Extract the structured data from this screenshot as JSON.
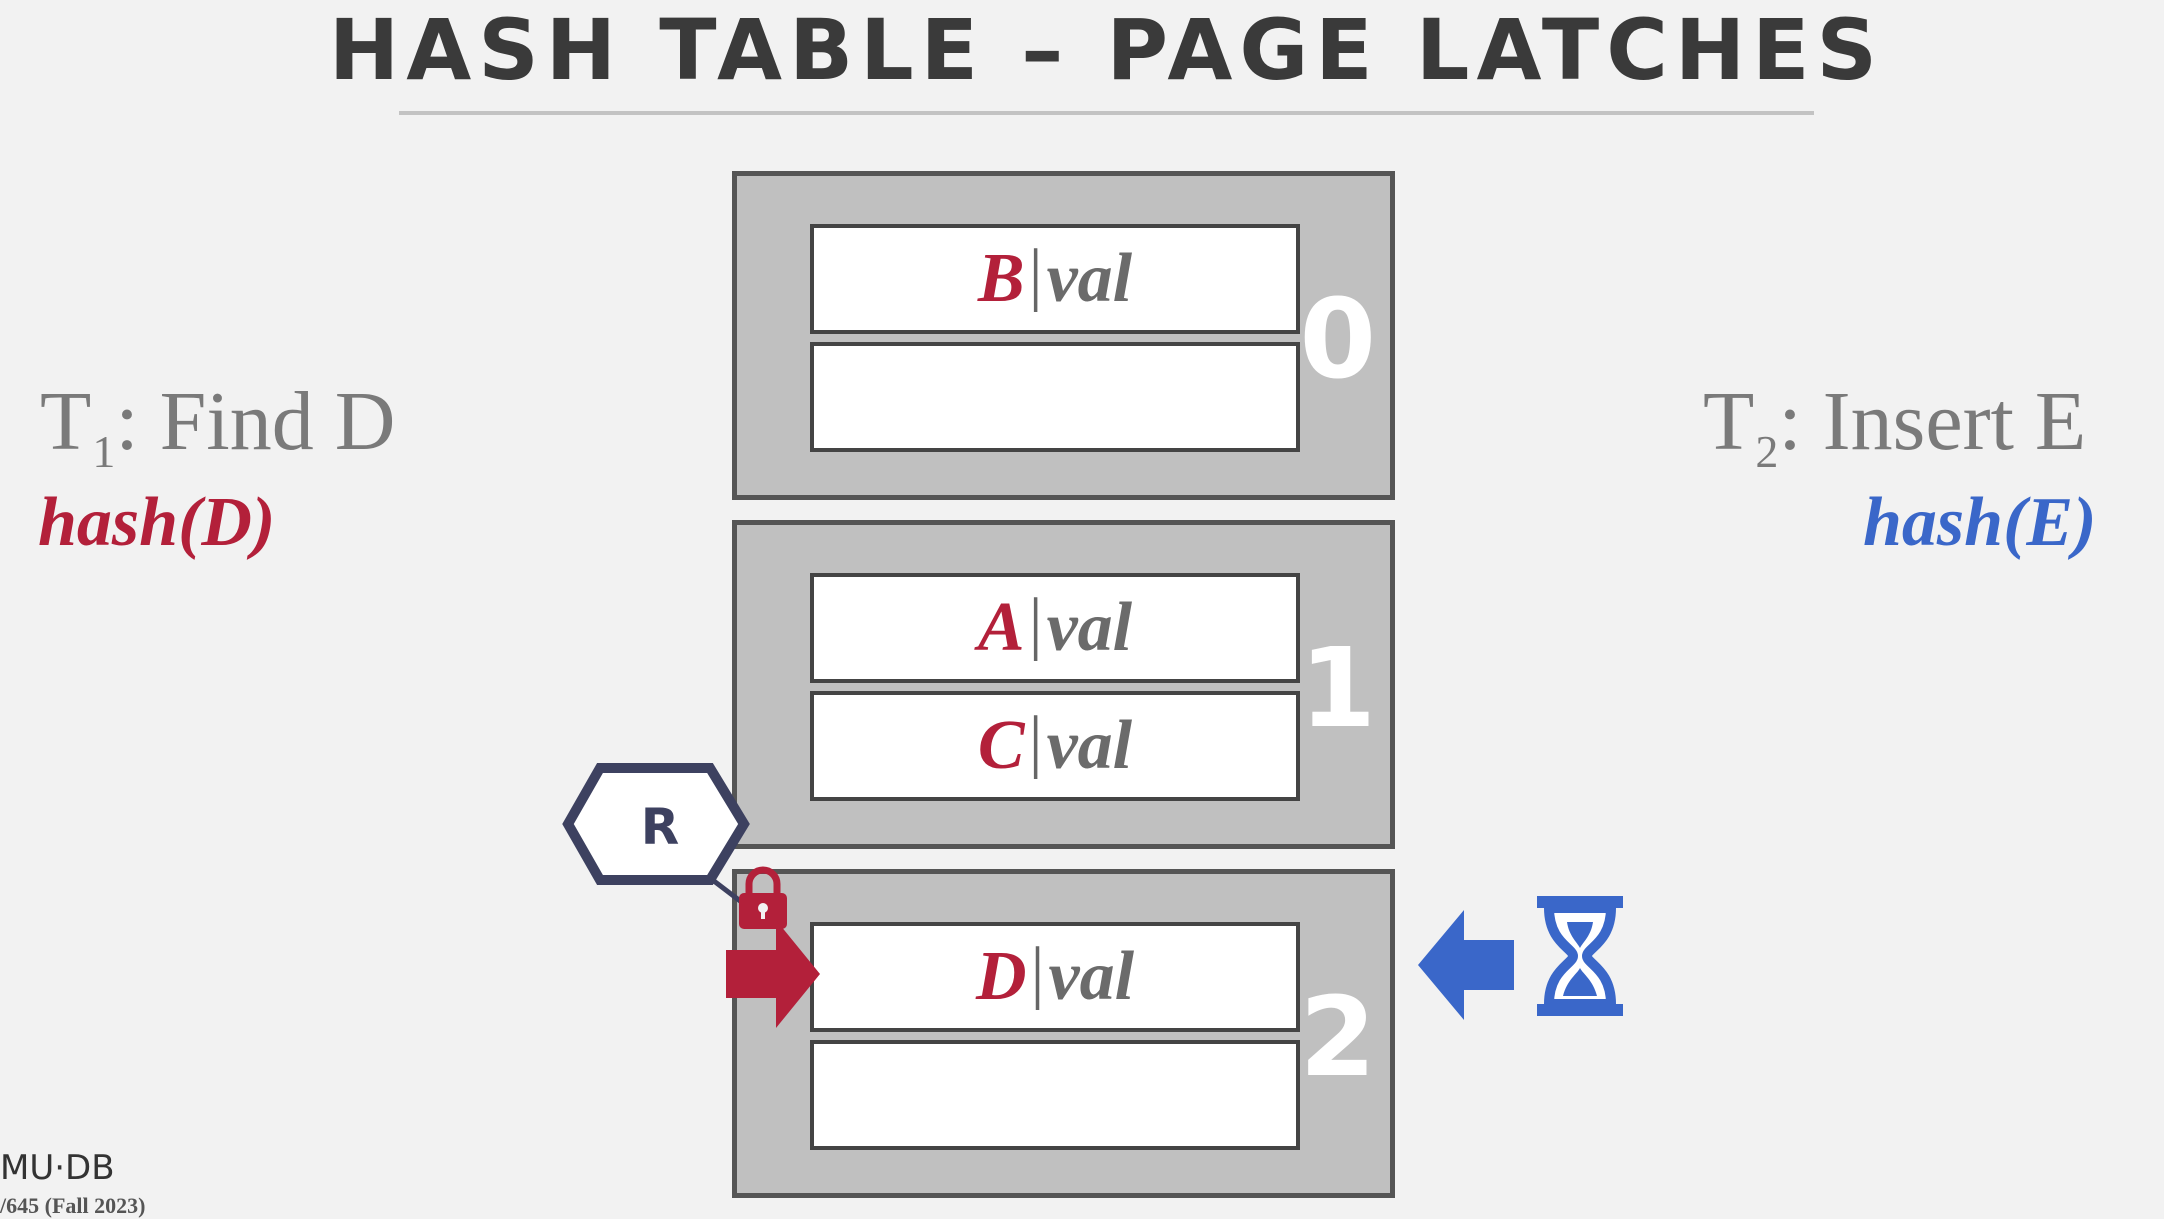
{
  "title": "HASH TABLE – PAGE LATCHES",
  "left_txn": {
    "name": "T",
    "sub": "1",
    "op": ": Find D",
    "hash": "hash(D)"
  },
  "right_txn": {
    "name": "T",
    "sub": "2",
    "op": ": Insert E",
    "hash": "hash(E)"
  },
  "pages": [
    {
      "number": "0",
      "slots": [
        {
          "key": "B",
          "val": "val"
        },
        {
          "key": "",
          "val": ""
        }
      ]
    },
    {
      "number": "1",
      "slots": [
        {
          "key": "A",
          "val": "val"
        },
        {
          "key": "C",
          "val": "val"
        }
      ]
    },
    {
      "number": "2",
      "slots": [
        {
          "key": "D",
          "val": "val"
        },
        {
          "key": "",
          "val": ""
        }
      ]
    }
  ],
  "latch_mode": "R",
  "footer": {
    "logo": "MU·DB",
    "course": "/645 (Fall 2023)"
  },
  "colors": {
    "t1": "#b3203a",
    "t2": "#3a67c9",
    "latch_border": "#3d4160"
  },
  "icons": [
    "lock-icon",
    "arrow-right-icon",
    "arrow-left-icon",
    "hourglass-icon"
  ]
}
